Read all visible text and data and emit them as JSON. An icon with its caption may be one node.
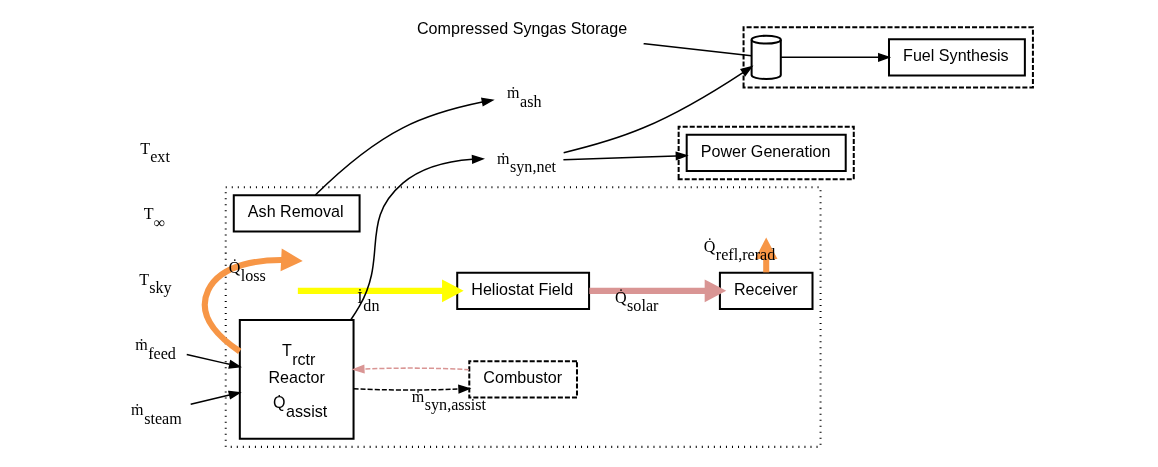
{
  "diagram": {
    "nodes": [
      {
        "text": [],
        "shape": "box"
      },
      {
        "text": [
          "Heliostat Field"
        ],
        "in": 0
      },
      {
        "text": [
          "Receiver"
        ],
        "in": 0
      },
      {
        "text": [
          "T$_{rctr}$",
          "Reactor",
          "Q̇$_{assist}$"
        ],
        "in": 0
      },
      {
        "text": [
          "Ash Removal"
        ],
        "in": 0
      },
      {
        "text": [
          "Combustor"
        ],
        "in": 0
      },
      {
        "text": [
          "Compressed Syngas Storage"
        ]
      },
      {
        "text": [],
        "shape": "box"
      },
      {
        "text": [],
        "shape": "cylinder",
        "in": 7
      },
      {
        "text": [
          "Fuel Synthesis"
        ],
        "in": 7
      },
      {
        "text": [],
        "shape": "box"
      },
      {
        "text": [
          "Power Generation"
        ],
        "in": 10
      },
      {
        "text": [
          "ṁ$_{feed}$"
        ]
      },
      {
        "text": [
          "ṁ$_{steam}$"
        ]
      },
      {
        "text": [
          "ṁ$_{syn,net}$"
        ]
      },
      {
        "text": [
          "ṁ$_{ash}$"
        ]
      }
    ],
    "edges": [
      {
        "from": null,
        "to": 1,
        "arrow": "to",
        "label": "İ$_{dn}$",
        "style": "thick",
        "color": "#ffff00"
      },
      {
        "from": 1,
        "to": 2,
        "arrow": "to",
        "label": "Q̇$_{solar}$",
        "style": "thick",
        "color": "#d99594"
      },
      {
        "from": 2,
        "to": null,
        "arrow": "to",
        "label": "Q̇$_{refl,rerad}$",
        "style": "thick",
        "color": "#f79646"
      },
      {
        "from": 3,
        "to": null,
        "arrow": "to",
        "label": "Q̇$_{loss}$",
        "style": "thick",
        "color": "#f79646"
      },
      {
        "from": 12,
        "to": 3,
        "arrow": "to"
      },
      {
        "from": 13,
        "to": 3,
        "arrow": "to"
      },
      {
        "from": 3,
        "to": 14,
        "arrow": "to"
      },
      {
        "from": 3,
        "to": 5,
        "arrow": "to",
        "label": "ṁ$_{syn,assist}$",
        "style": "dashed"
      },
      {
        "from": 5,
        "to": 3,
        "arrow": "to",
        "style": "dashed",
        "color": "#d99594"
      },
      {
        "from": 4,
        "to": 15,
        "arrow": "to"
      },
      {
        "from": 14,
        "to": 8,
        "arrow": "to"
      },
      {
        "from": 14,
        "to": 11,
        "arrow": "to"
      },
      {
        "from": 8,
        "to": 9,
        "arrow": "to"
      },
      {
        "from": 6,
        "to": 8,
        "arrow": "none"
      }
    ],
    "labels": [
      "T$_{sky}$",
      "T$_{∞}$",
      "T$_{ext}$"
    ]
  }
}
